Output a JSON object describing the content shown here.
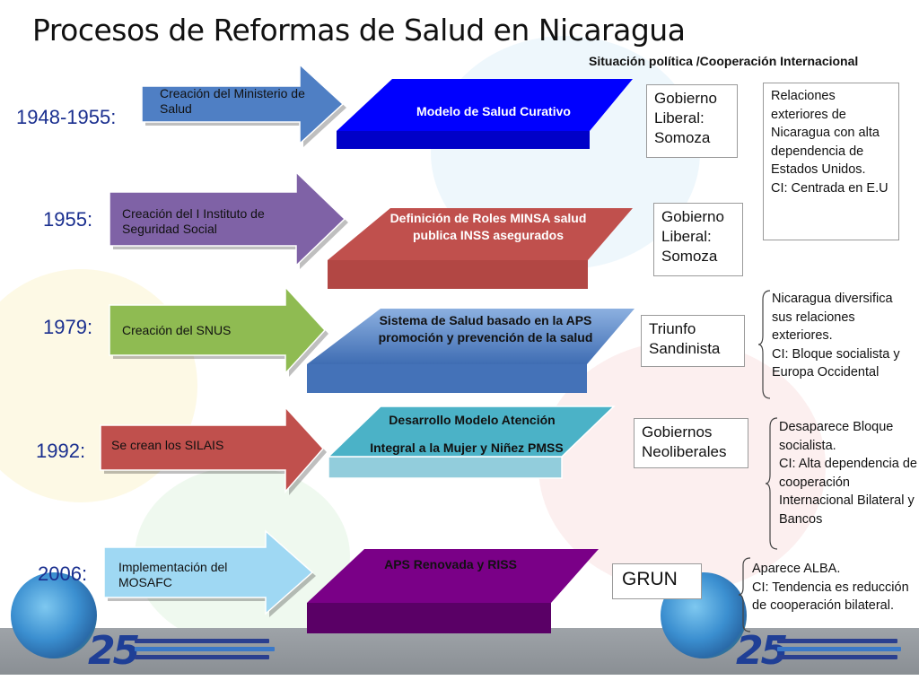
{
  "title": "Procesos de Reformas de Salud en Nicaragua",
  "subtitle": "Situación política /Cooperación Internacional",
  "colors": {
    "year_text": "#1a2f8f",
    "arrow_1": "#4f7fc4",
    "arrow_2": "#7f62a6",
    "arrow_3": "#8fbb52",
    "arrow_4": "#c0504d",
    "arrow_5": "#9fd8f3",
    "model_1": "#0000ff",
    "model_2": "#c0504d",
    "model_3": "#5a86c6",
    "model_4": "#4bb2c7",
    "model_5": "#7a0087"
  },
  "rows": [
    {
      "year": "1948-1955:",
      "action": "Creación del Ministerio de Salud",
      "model": "Modelo de Salud Curativo",
      "political": "Gobierno Liberal: Somoza",
      "relations": [
        "Relaciones exteriores de Nicaragua con alta dependencia de Estados Unidos.",
        "CI: Centrada en E.U"
      ]
    },
    {
      "year": "1955:",
      "action": "Creación del I Instituto de Seguridad Social",
      "model": "Definición de Roles MINSA salud publica  INSS asegurados",
      "political": "Gobierno Liberal: Somoza",
      "relations": []
    },
    {
      "year": "1979:",
      "action": "Creación del SNUS",
      "model": "Sistema de Salud basado en la APS promoción y prevención de la salud",
      "political": "Triunfo Sandinista",
      "relations": [
        "Nicaragua diversifica sus relaciones exteriores.",
        "CI: Bloque socialista y Europa Occidental"
      ]
    },
    {
      "year": "1992:",
      "action": "Se crean los SILAIS",
      "model_lines": [
        "Desarrollo Modelo Atención",
        "Integral a la Mujer y Niñez  PMSS"
      ],
      "political": "Gobiernos Neoliberales",
      "relations": [
        "Desaparece Bloque socialista.",
        "CI: Alta dependencia de cooperación Internacional Bilateral y Bancos"
      ]
    },
    {
      "year": "2006:",
      "action": "Implementación del MOSAFC",
      "model": "APS Renovada y RISS",
      "political": "GRUN",
      "relations": [
        "Aparece ALBA.",
        "CI: Tendencia es reducción de cooperación bilateral."
      ]
    }
  ],
  "footer": {
    "logo_number": "25",
    "logo_left_icon": "opas-globe-logo",
    "logo_right_icon": "paho-globe-logo"
  }
}
